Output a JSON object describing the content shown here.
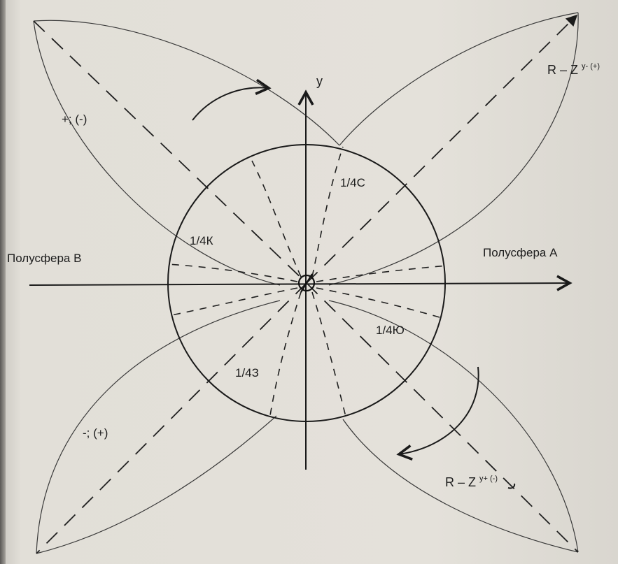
{
  "labels": {
    "axis_y": "y",
    "hemisphere_a": "Полусфера А",
    "hemisphere_b": "Полусфера В",
    "quarter_north": "1/4С",
    "quarter_k": "1/4К",
    "quarter_south": "1/4Ю",
    "quarter_west": "1/4З",
    "sign_top_left": "+; (-)",
    "sign_bottom_left": "-; (+)",
    "formula_top_base": "R – Z",
    "formula_top_exp": "y- (+)",
    "formula_bottom_base": "R – Z",
    "formula_bottom_exp": "y+ (-)"
  },
  "colors": {
    "paper": "#dedad3",
    "ink": "#1d1d1d"
  }
}
